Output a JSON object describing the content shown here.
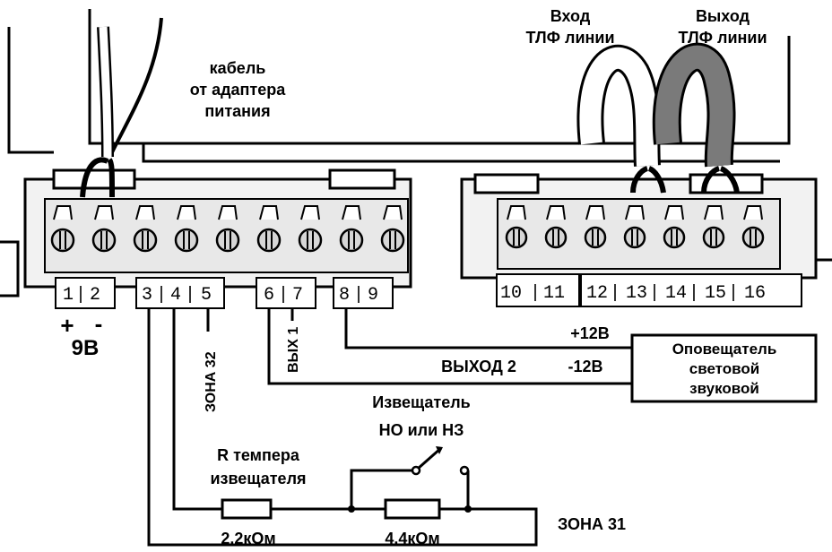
{
  "labels": {
    "power_cable": [
      "кабель",
      "от адаптера",
      "питания"
    ],
    "line_in": [
      "Вход",
      "ТЛФ линии"
    ],
    "line_out": [
      "Выход",
      "ТЛФ линии"
    ],
    "plus": "+",
    "minus": "-",
    "voltage": "9В",
    "zone32": "ЗОНА 32",
    "out1": "ВЫХ 1",
    "plus12": "+12В",
    "minus12": "-12В",
    "out2": "ВЫХОД 2",
    "annunciator": [
      "Оповещатель",
      "световой",
      "звуковой"
    ],
    "detector": [
      "Извещатель",
      "НО или НЗ"
    ],
    "tamper": [
      "R темпера",
      "извещателя"
    ],
    "r1": "2.2кОм",
    "r2": "4.4кОм",
    "zone31": "ЗОНА 31"
  },
  "terminals": {
    "block1": [
      "1",
      "2"
    ],
    "block2": [
      "3",
      "4",
      "5"
    ],
    "block3": [
      "6",
      "7"
    ],
    "block4": [
      "8",
      "9"
    ],
    "block5": [
      "10",
      "11"
    ],
    "block6": [
      "12",
      "13",
      "14",
      "15",
      "16"
    ]
  },
  "colors": {
    "ink": "#000000",
    "housing": "#e8e8e8",
    "screw": "#d6d6d6",
    "cable_white": "#ffffff",
    "cable_grey": "#7a7a7a"
  }
}
